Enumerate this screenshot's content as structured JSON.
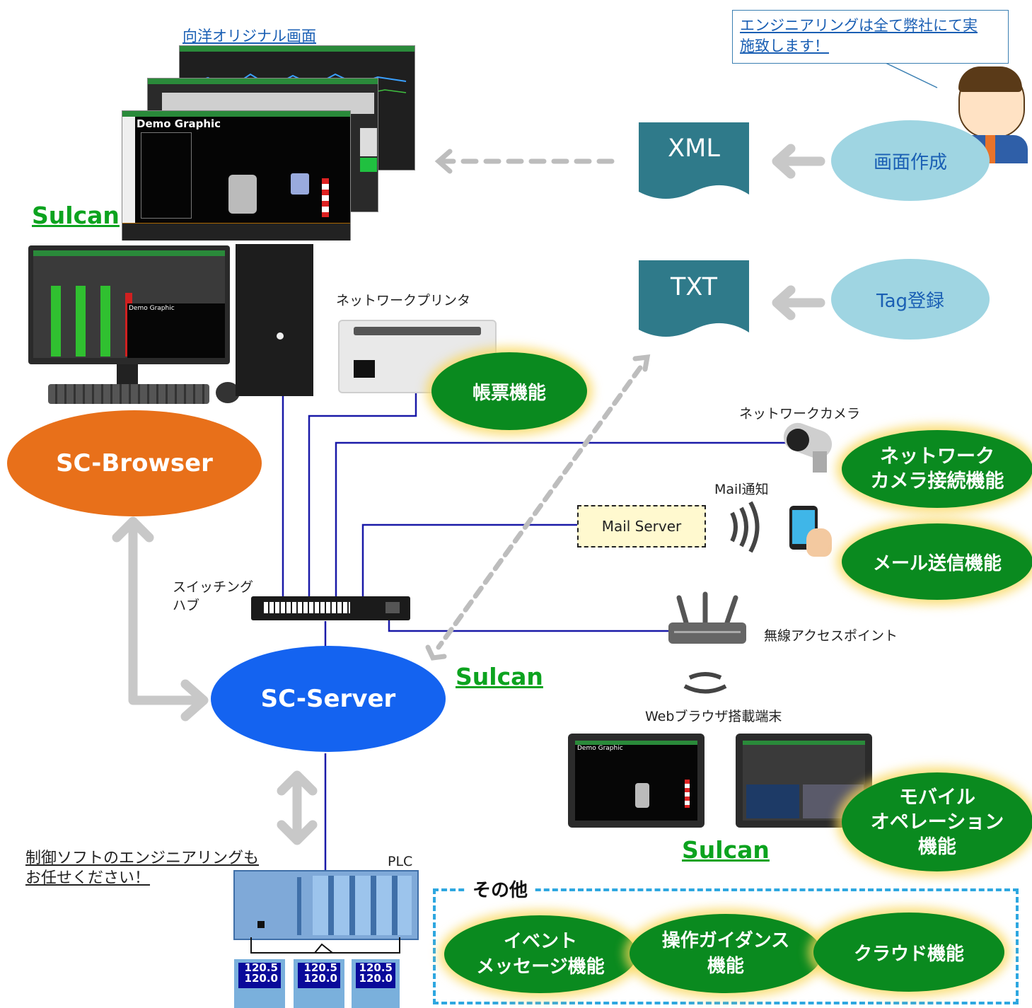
{
  "headers": {
    "original_screen_link": "向洋オリジナル画面",
    "engineering_callout": "エンジニアリングは全て弊社にて実施致します！",
    "demo_graphic": "Demo Graphic"
  },
  "brand": {
    "sulcan": "Sulcan"
  },
  "nodes": {
    "sc_browser": "SC-Browser",
    "sc_server": "SC-Server",
    "xml_doc": "XML",
    "txt_doc": "TXT",
    "screen_creation": "画面作成",
    "tag_registration": "Tag登録",
    "network_printer": "ネットワークプリンタ",
    "network_camera": "ネットワークカメラ",
    "mail_notify": "Mail通知",
    "mail_server": "Mail Server",
    "switching_hub_line1": "スイッチング",
    "switching_hub_line2": "ハブ",
    "wireless_ap": "無線アクセスポイント",
    "web_terminal": "Webブラウザ搭載端末",
    "plc": "PLC",
    "plc_note_line1": "制御ソフトのエンジニアリングも",
    "plc_note_line2": "お任せください！",
    "meter_value_top": "120.5",
    "meter_value_bottom": "120.0"
  },
  "functions": {
    "report": "帳票機能",
    "camera_line1": "ネットワーク",
    "camera_line2": "カメラ接続機能",
    "mail": "メール送信機能",
    "mobile_line1": "モバイル",
    "mobile_line2": "オペレーション",
    "mobile_line3": "機能",
    "others_title": "その他",
    "event_line1": "イベント",
    "event_line2": "メッセージ機能",
    "guidance_line1": "操作ガイダンス",
    "guidance_line2": "機能",
    "cloud": "クラウド機能"
  },
  "colors": {
    "browser_orange": "#e8701a",
    "server_blue": "#1463f0",
    "function_green": "#0a8a1f",
    "glow_yellow": "#fad75a",
    "bubble_blue": "#9fd5e2",
    "doc_teal": "#2f7a8a",
    "network_line": "#1a1aa8",
    "arrow_gray": "#c8c8c8",
    "others_border": "#2ea7e0"
  }
}
